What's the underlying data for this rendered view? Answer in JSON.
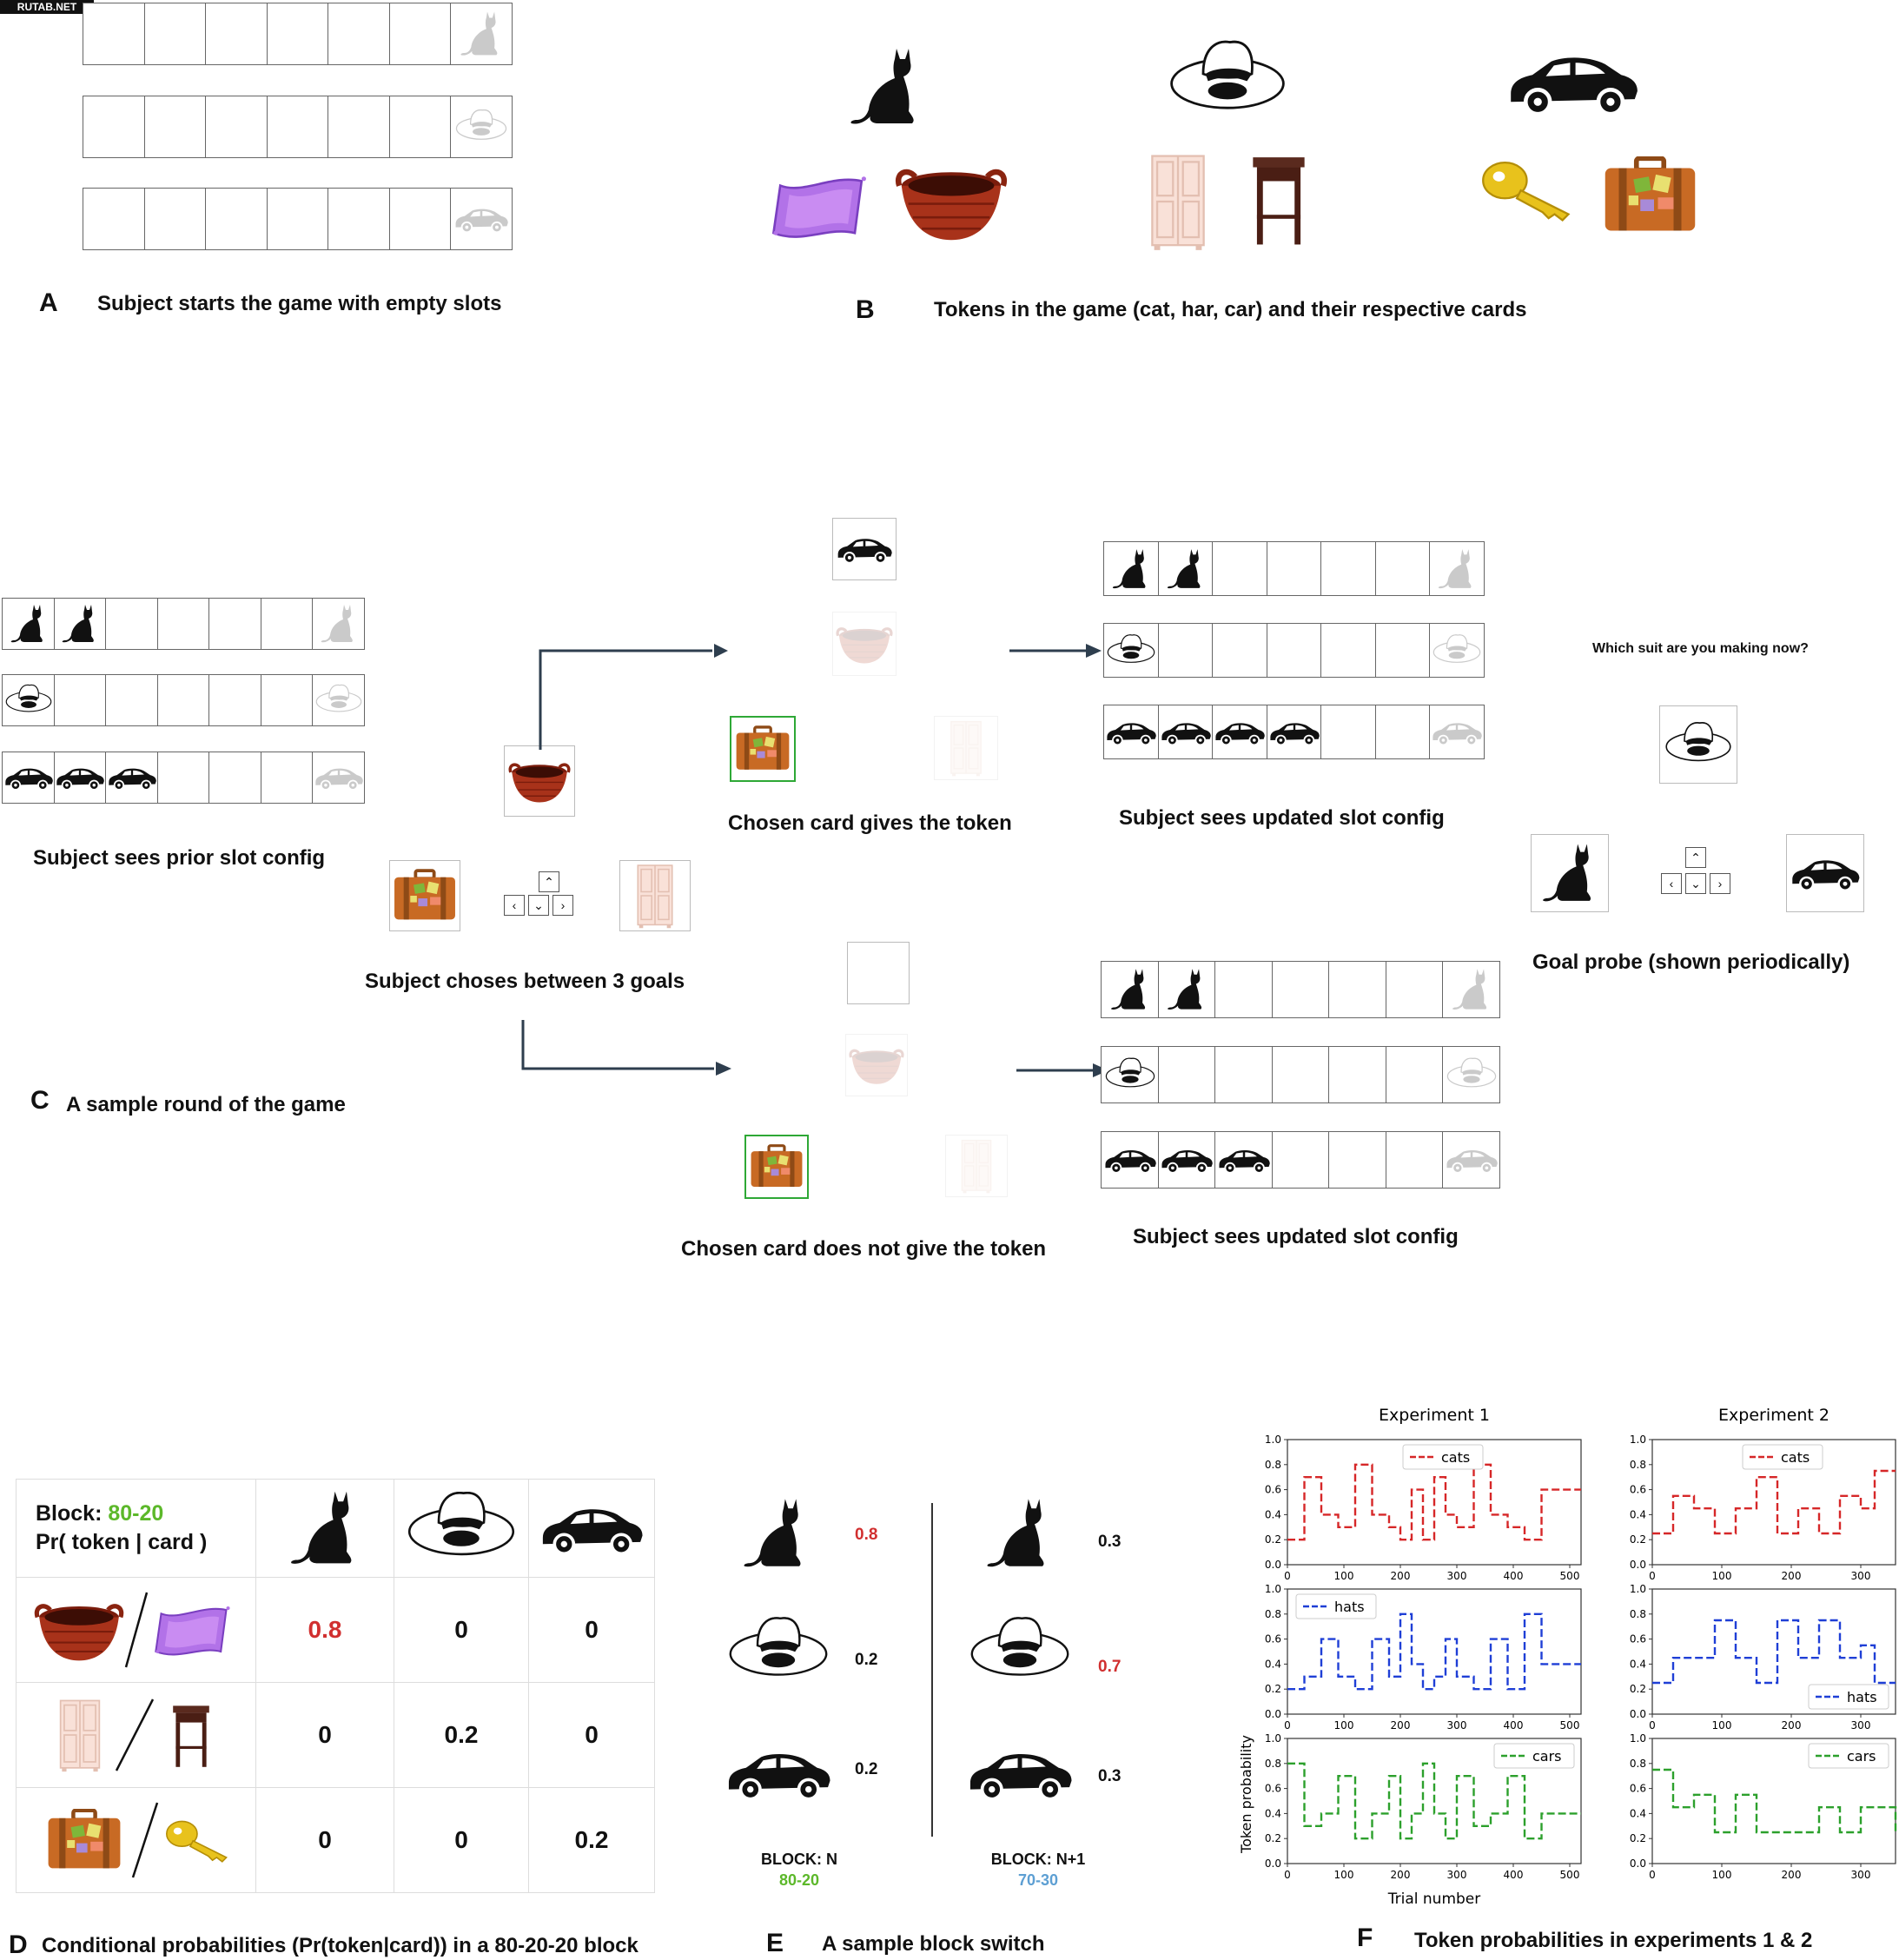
{
  "watermark": "RUTAB.NET",
  "panelA": {
    "letter": "A",
    "caption": "Subject starts the game with empty slots"
  },
  "panelB": {
    "letter": "B",
    "caption": "Tokens in the game (cat, har, car) and their respective cards"
  },
  "panelC": {
    "letter": "C",
    "caption": "A sample round of the game",
    "prior": "Subject sees prior slot config",
    "choose": "Subject choses between 3 goals",
    "gives": "Chosen card gives the token",
    "notgives": "Chosen card does not give the token",
    "updated1": "Subject sees updated slot config",
    "updated2": "Subject sees updated slot config",
    "probe_question": "Which suit are you making now?",
    "probe_caption": "Goal probe (shown periodically)"
  },
  "panelD": {
    "letter": "D",
    "caption": "Conditional probabilities (Pr(token|card)) in a 80-20-20 block",
    "block_label": "Block: ",
    "block_value": "80-20",
    "pr_label": "Pr( token | card )",
    "rows": [
      [
        "0.8",
        "0",
        "0"
      ],
      [
        "0",
        "0.2",
        "0"
      ],
      [
        "0",
        "0",
        "0.2"
      ]
    ]
  },
  "panelE": {
    "letter": "E",
    "caption": "A sample block switch",
    "left": {
      "values": [
        "0.8",
        "0.2",
        "0.2"
      ],
      "block": "BLOCK: N",
      "ratio": "80-20"
    },
    "right": {
      "values": [
        "0.3",
        "0.7",
        "0.3"
      ],
      "block": "BLOCK: N+1",
      "ratio": "70-30"
    }
  },
  "panelF": {
    "letter": "F",
    "caption": "Token probabilities in experiments 1 & 2",
    "colors": {
      "cats": "#d62728",
      "hats": "#1f3fd6",
      "cars": "#2ca02c"
    },
    "chart_data": [
      {
        "type": "line",
        "title": "Experiment 1",
        "xlabel": "Trial number",
        "ylabel": "Token probability",
        "xlim": [
          0,
          520
        ],
        "ylim": [
          0,
          1.0
        ],
        "xticks": [
          0,
          100,
          200,
          300,
          400,
          500
        ],
        "yticks": [
          0.0,
          0.2,
          0.4,
          0.6,
          0.8,
          1.0
        ],
        "series": [
          {
            "name": "cats",
            "x": [
              0,
              30,
              60,
              90,
              120,
              150,
              180,
              200,
              220,
              240,
              260,
              280,
              300,
              330,
              360,
              390,
              420,
              450,
              480,
              520
            ],
            "y": [
              0.2,
              0.7,
              0.4,
              0.3,
              0.8,
              0.4,
              0.3,
              0.2,
              0.6,
              0.2,
              0.7,
              0.4,
              0.3,
              0.8,
              0.4,
              0.3,
              0.2,
              0.6,
              0.6,
              0.6
            ]
          },
          {
            "name": "hats",
            "x": [
              0,
              30,
              60,
              90,
              120,
              150,
              180,
              200,
              220,
              240,
              260,
              280,
              300,
              330,
              360,
              390,
              420,
              450,
              480,
              520
            ],
            "y": [
              0.2,
              0.3,
              0.6,
              0.3,
              0.2,
              0.6,
              0.3,
              0.8,
              0.4,
              0.2,
              0.3,
              0.6,
              0.3,
              0.2,
              0.6,
              0.2,
              0.8,
              0.4,
              0.4,
              0.4
            ]
          },
          {
            "name": "cars",
            "x": [
              0,
              30,
              60,
              90,
              120,
              150,
              180,
              200,
              220,
              240,
              260,
              280,
              300,
              330,
              360,
              390,
              420,
              450,
              480,
              520
            ],
            "y": [
              0.8,
              0.3,
              0.4,
              0.7,
              0.2,
              0.4,
              0.7,
              0.2,
              0.4,
              0.8,
              0.4,
              0.2,
              0.7,
              0.3,
              0.4,
              0.7,
              0.2,
              0.4,
              0.4,
              0.4
            ]
          }
        ]
      },
      {
        "type": "line",
        "title": "Experiment 2",
        "xlim": [
          0,
          350
        ],
        "ylim": [
          0,
          1.0
        ],
        "xticks": [
          0,
          100,
          200,
          300
        ],
        "yticks": [
          0.0,
          0.2,
          0.4,
          0.6,
          0.8,
          1.0
        ],
        "series": [
          {
            "name": "cats",
            "x": [
              0,
              30,
              60,
              90,
              120,
              150,
              180,
              210,
              240,
              270,
              300,
              320,
              350
            ],
            "y": [
              0.25,
              0.55,
              0.45,
              0.25,
              0.45,
              0.7,
              0.25,
              0.45,
              0.25,
              0.55,
              0.45,
              0.75,
              0.75
            ]
          },
          {
            "name": "hats",
            "x": [
              0,
              30,
              60,
              90,
              120,
              150,
              180,
              210,
              240,
              270,
              300,
              320,
              350
            ],
            "y": [
              0.25,
              0.45,
              0.45,
              0.75,
              0.45,
              0.25,
              0.75,
              0.45,
              0.75,
              0.45,
              0.55,
              0.25,
              0.25
            ]
          },
          {
            "name": "cars",
            "x": [
              0,
              30,
              60,
              90,
              120,
              150,
              180,
              210,
              240,
              270,
              300,
              320,
              350
            ],
            "y": [
              0.75,
              0.45,
              0.55,
              0.25,
              0.55,
              0.25,
              0.25,
              0.25,
              0.45,
              0.25,
              0.45,
              0.45,
              0.25
            ]
          }
        ]
      }
    ]
  }
}
